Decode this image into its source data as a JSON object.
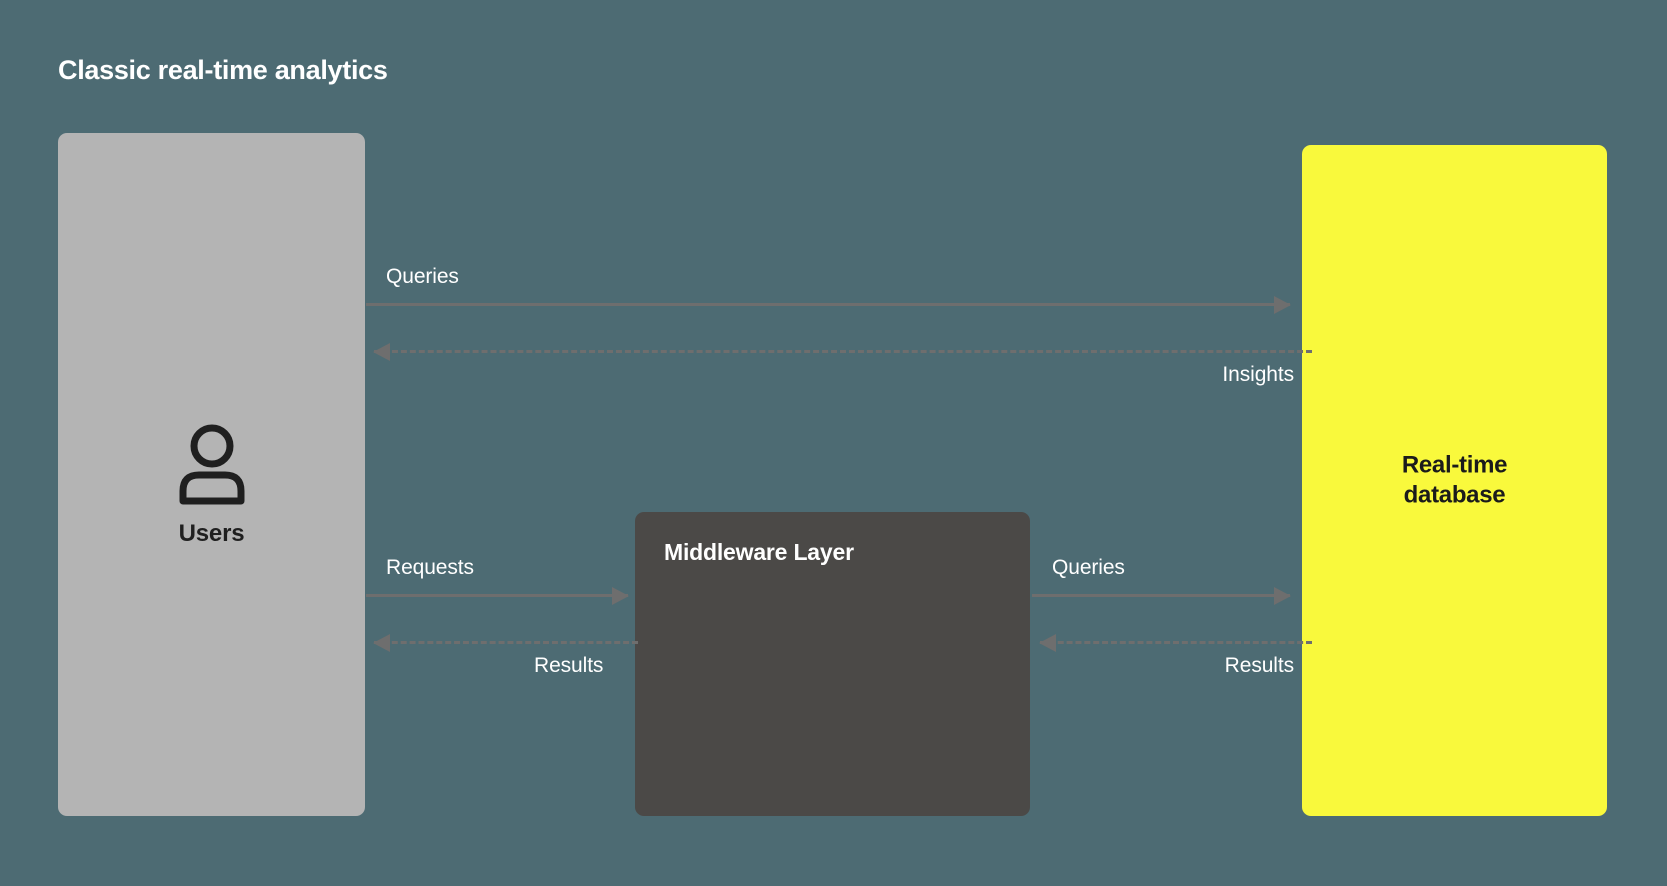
{
  "diagram": {
    "title": "Classic real-time analytics",
    "background_color": "#4d6b73",
    "nodes": [
      {
        "id": "users",
        "label": "Users",
        "icon": "user-icon",
        "color": "#b4b4b4",
        "text_color": "#1f1f1f"
      },
      {
        "id": "middleware",
        "label": "Middleware Layer",
        "color": "#4b4947",
        "text_color": "#ffffff"
      },
      {
        "id": "database",
        "label_line1": "Real-time",
        "label_line2": "database",
        "color": "#f9f93c",
        "text_color": "#1b1b1b"
      }
    ],
    "connectors": [
      {
        "id": "users-to-database-queries",
        "label": "Queries",
        "from": "users",
        "to": "database",
        "style": "solid",
        "direction": "right",
        "color": "#6e6e6e"
      },
      {
        "id": "database-to-users-insights",
        "label": "Insights",
        "from": "database",
        "to": "users",
        "style": "dashed",
        "direction": "left",
        "color": "#6e6e6e"
      },
      {
        "id": "users-to-middleware-requests",
        "label": "Requests",
        "from": "users",
        "to": "middleware",
        "style": "solid",
        "direction": "right",
        "color": "#6e6e6e"
      },
      {
        "id": "middleware-to-users-results",
        "label": "Results",
        "from": "middleware",
        "to": "users",
        "style": "dashed",
        "direction": "left",
        "color": "#6e6e6e"
      },
      {
        "id": "middleware-to-database-queries",
        "label": "Queries",
        "from": "middleware",
        "to": "database",
        "style": "solid",
        "direction": "right",
        "color": "#6e6e6e"
      },
      {
        "id": "database-to-middleware-results",
        "label": "Results",
        "from": "database",
        "to": "middleware",
        "style": "dashed",
        "direction": "left",
        "color": "#6e6e6e"
      }
    ]
  }
}
